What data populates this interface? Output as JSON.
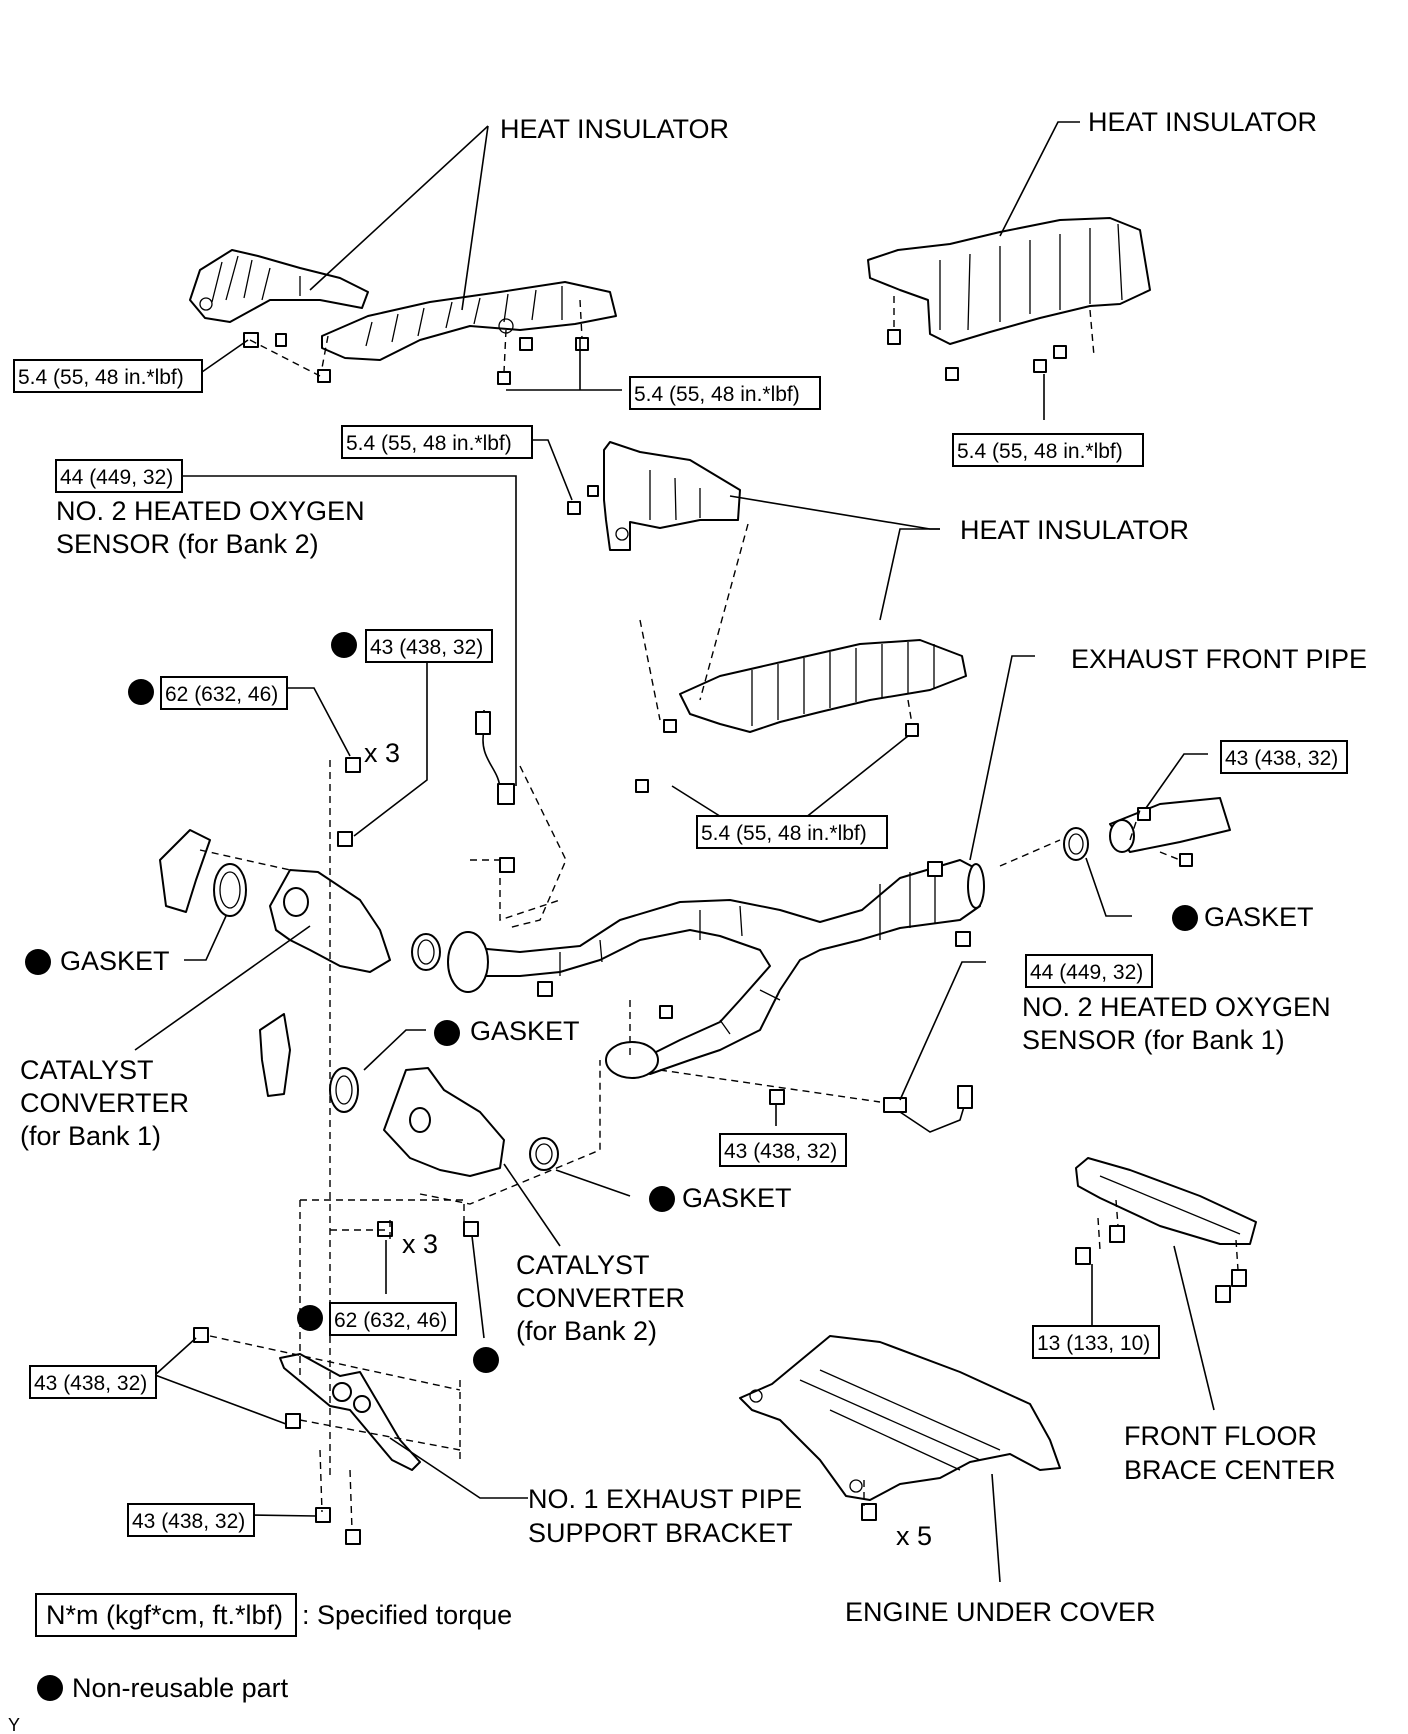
{
  "labels": {
    "heat_insulator_1": "HEAT INSULATOR",
    "heat_insulator_2": "HEAT INSULATOR",
    "heat_insulator_3": "HEAT INSULATOR",
    "o2_sensor_bank2_line1": "NO. 2 HEATED OXYGEN",
    "o2_sensor_bank2_line2": "SENSOR (for Bank 2)",
    "exhaust_front_pipe": "EXHAUST FRONT PIPE",
    "gasket_1": "GASKET",
    "gasket_2": "GASKET",
    "gasket_3": "GASKET",
    "gasket_4": "GASKET",
    "o2_sensor_bank1_line1": "NO. 2 HEATED OXYGEN",
    "o2_sensor_bank1_line2": "SENSOR (for Bank 1)",
    "catalyst_bank1_line1": "CATALYST",
    "catalyst_bank1_line2": "CONVERTER",
    "catalyst_bank1_line3": "(for Bank 1)",
    "catalyst_bank2_line1": "CATALYST",
    "catalyst_bank2_line2": "CONVERTER",
    "catalyst_bank2_line3": "(for Bank 2)",
    "support_bracket_line1": "NO. 1 EXHAUST PIPE",
    "support_bracket_line2": "SUPPORT BRACKET",
    "front_floor_brace_line1": "FRONT FLOOR",
    "front_floor_brace_line2": "BRACE CENTER",
    "engine_under_cover": "ENGINE UNDER COVER",
    "qty_x3_a": "x 3",
    "qty_x3_b": "x 3",
    "qty_x5": "x 5",
    "corner_mark": "Y"
  },
  "torques": {
    "t1": "5.4 (55, 48 in.*lbf)",
    "t2": "5.4 (55, 48 in.*lbf)",
    "t3": "5.4 (55, 48 in.*lbf)",
    "t4": "5.4 (55, 48 in.*lbf)",
    "t5": "5.4 (55, 48 in.*lbf)",
    "t6": "44 (449, 32)",
    "t7": "43 (438, 32)",
    "t8": "62 (632, 46)",
    "t9": "43 (438, 32)",
    "t10": "44 (449, 32)",
    "t11": "43 (438, 32)",
    "t12": "13 (133, 10)",
    "t13": "62 (632, 46)",
    "t14": "43 (438, 32)",
    "t15": "43 (438, 32)"
  },
  "legend": {
    "torque_unit": "N*m (kgf*cm, ft.*lbf)",
    "torque_desc": ": Specified torque",
    "nonreusable_desc": "Non-reusable part"
  }
}
